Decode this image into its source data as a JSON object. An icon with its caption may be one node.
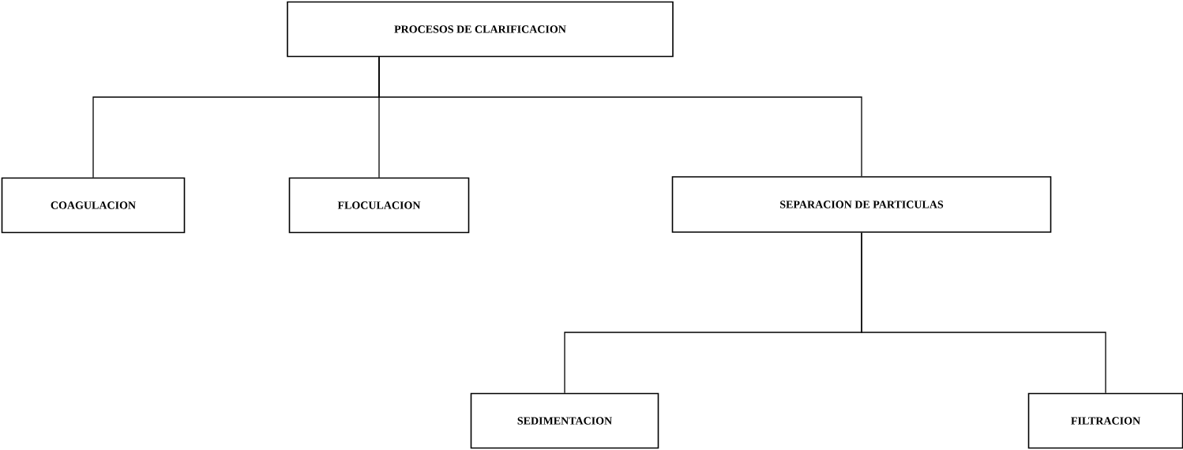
{
  "diagram": {
    "nodes": [
      {
        "text": [
          "PROCESOS DE CLARIFICACION"
        ]
      },
      {
        "text": [
          "COAGULACION"
        ]
      },
      {
        "text": [
          "FLOCULACION"
        ]
      },
      {
        "text": [
          "SEPARACION DE PARTICULAS"
        ]
      },
      {
        "text": [
          "SEDIMENTACION"
        ]
      },
      {
        "text": [
          "FILTRACION"
        ]
      }
    ],
    "edges": [
      {
        "from": 0,
        "to": 1,
        "arrow": "none"
      },
      {
        "from": 0,
        "to": 2,
        "arrow": "none"
      },
      {
        "from": 0,
        "to": 3,
        "arrow": "none"
      },
      {
        "from": 3,
        "to": 4,
        "arrow": "none"
      },
      {
        "from": 3,
        "to": 5,
        "arrow": "none"
      }
    ]
  }
}
